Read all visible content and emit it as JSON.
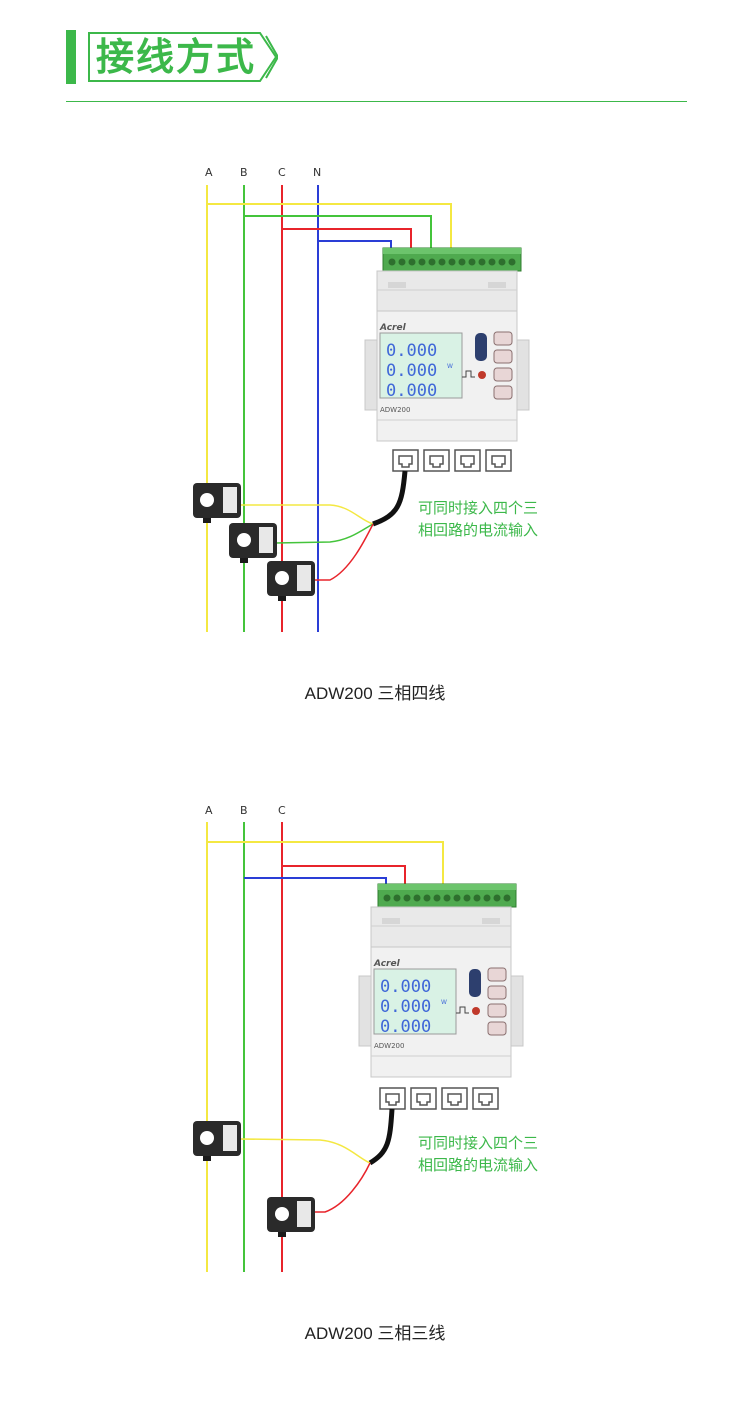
{
  "section_title": "接线方式",
  "colors": {
    "accent": "#3cb84a",
    "phase_a": "#f4e842",
    "phase_b": "#44c43b",
    "phase_c": "#e8242b",
    "phase_n": "#2a3dd6"
  },
  "diagram_four_wire": {
    "phase_labels": [
      "A",
      "B",
      "C",
      "N"
    ],
    "meter": {
      "brand": "Acrel",
      "model": "ADW200",
      "lcd_rows": [
        "0.000",
        "0.000",
        "0.000"
      ],
      "lcd_unit": "W",
      "icon_name": "pulse-icon"
    },
    "note_lines": [
      "可同时接入四个三",
      "相回路的电流输入"
    ],
    "caption": "ADW200 三相四线"
  },
  "diagram_three_wire": {
    "phase_labels": [
      "A",
      "B",
      "C"
    ],
    "meter": {
      "brand": "Acrel",
      "model": "ADW200",
      "lcd_rows": [
        "0.000",
        "0.000",
        "0.000"
      ],
      "lcd_unit": "W",
      "icon_name": "pulse-icon"
    },
    "note_lines": [
      "可同时接入四个三",
      "相回路的电流输入"
    ],
    "caption": "ADW200 三相三线"
  }
}
